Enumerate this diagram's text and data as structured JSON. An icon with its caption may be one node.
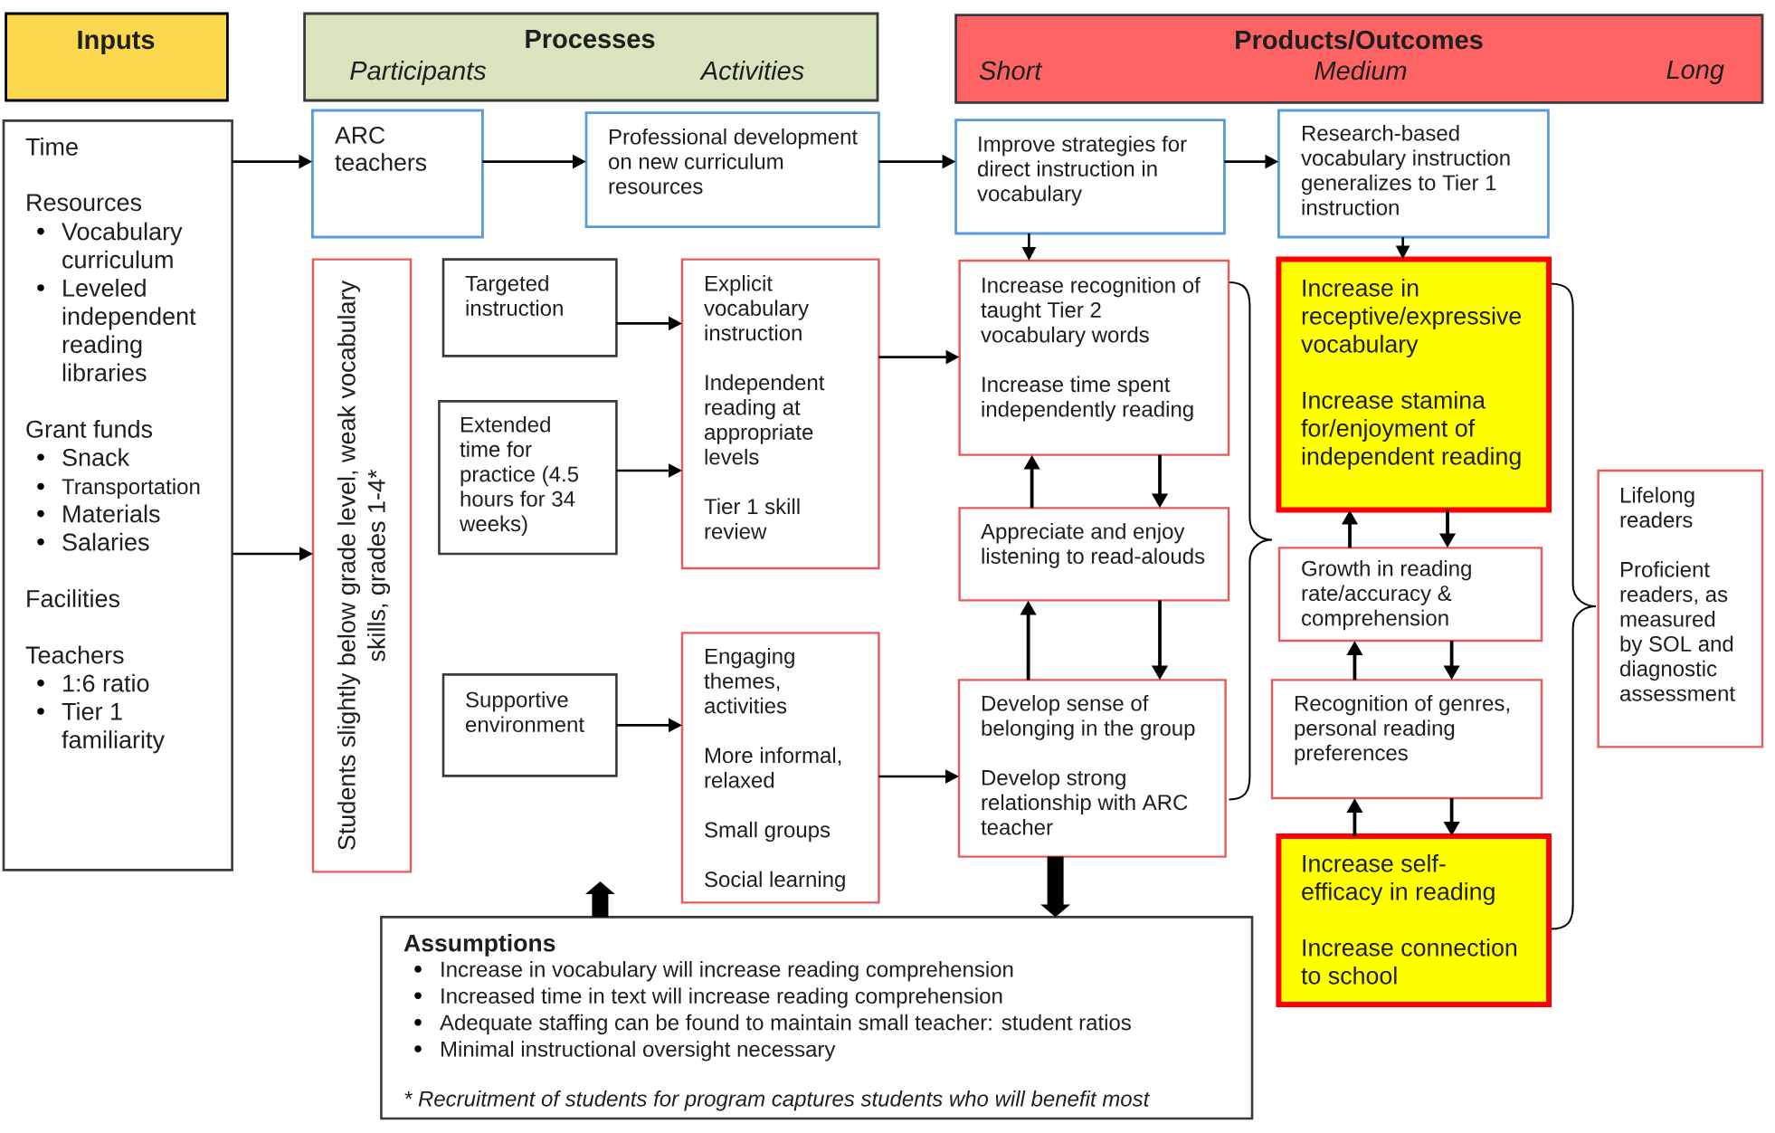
{
  "diagram": {
    "nodes": [
      {
        "text": [
          "Inputs"
        ]
      },
      {
        "text": [
          "Processes",
          "Participants",
          "Activities"
        ]
      },
      {
        "text": [
          "Products/Outcomes",
          "Short",
          "Medium",
          "Long"
        ]
      },
      {
        "text": [
          "Time",
          "Resources",
          "Vocabulary curriculum",
          "Leveled independent reading libraries",
          "Grant funds",
          "Snack",
          "Transportation",
          "Materials",
          "Salaries",
          "Facilities",
          "Teachers",
          "1:6 ratio",
          "Tier 1 familiarity"
        ]
      },
      {
        "text": [
          "ARC teachers"
        ]
      },
      {
        "text": [
          "Professional development on new curriculum resources"
        ]
      },
      {
        "text": [
          "Improve strategies for direct instruction in vocabulary"
        ]
      },
      {
        "text": [
          "Research-based vocabulary instruction generalizes to Tier 1 instruction"
        ]
      },
      {
        "text": [
          "Students slightly below grade level, weak vocabulary skills, grades 1-4*"
        ]
      },
      {
        "text": [
          "Targeted instruction"
        ]
      },
      {
        "text": [
          "Explicit vocabulary instruction",
          "Independent reading at appropriate levels",
          "Tier 1 skill review"
        ]
      },
      {
        "text": [
          "Increase recognition of taught Tier 2 vocabulary words",
          "Increase time spent independently reading"
        ]
      },
      {
        "text": [
          "Increase in receptive/expressive vocabulary",
          "Increase stamina for/enjoyment of independent reading"
        ]
      },
      {
        "text": [
          "Extended time for practice (4.5 hours for 34 weeks)"
        ]
      },
      {
        "text": [
          "Appreciate and enjoy listening to read-alouds"
        ]
      },
      {
        "text": [
          "Growth in reading rate/accuracy & comprehension"
        ]
      },
      {
        "text": [
          "Lifelong readers",
          "Proficient readers, as measured by SOL and diagnostic assessment"
        ]
      },
      {
        "text": [
          "Supportive environment"
        ]
      },
      {
        "text": [
          "Engaging themes, activities",
          "More informal, relaxed",
          "Small groups",
          "Social learning"
        ]
      },
      {
        "text": [
          "Develop sense of belonging in the group",
          "Develop strong relationship with ARC teacher"
        ]
      },
      {
        "text": [
          "Recognition of genres, personal reading preferences"
        ]
      },
      {
        "text": [
          "Increase self-efficacy in reading",
          "Increase connection to school"
        ]
      },
      {
        "text": [
          "Assumptions",
          "Increase in vocabulary will increase reading comprehension",
          "Increased time in text will increase reading comprehension",
          "Adequate staffing can be found to maintain small teacher: student ratios",
          "Minimal instructional oversight necessary",
          "* Recruitment of students for program captures students who will benefit most"
        ]
      }
    ],
    "edges": [
      {
        "from": 3,
        "to": 4,
        "arrow": "to"
      },
      {
        "from": 3,
        "to": 8,
        "arrow": "to"
      },
      {
        "from": 4,
        "to": 5,
        "arrow": "to"
      },
      {
        "from": 5,
        "to": 6,
        "arrow": "to"
      },
      {
        "from": 6,
        "to": 7,
        "arrow": "to"
      },
      {
        "from": 6,
        "to": 11,
        "arrow": "to"
      },
      {
        "from": 7,
        "to": 12,
        "arrow": "to"
      },
      {
        "from": 9,
        "to": 10,
        "arrow": "to"
      },
      {
        "from": 13,
        "to": 10,
        "arrow": "to"
      },
      {
        "from": 17,
        "to": 18,
        "arrow": "to"
      },
      {
        "from": 10,
        "to": 11,
        "arrow": "to"
      },
      {
        "from": 18,
        "to": 19,
        "arrow": "to"
      },
      {
        "from": 14,
        "to": 11,
        "arrow": "to"
      },
      {
        "from": 11,
        "to": 14,
        "arrow": "to"
      },
      {
        "from": 19,
        "to": 14,
        "arrow": "to"
      },
      {
        "from": 14,
        "to": 19,
        "arrow": "to"
      },
      {
        "from": 15,
        "to": 12,
        "arrow": "to"
      },
      {
        "from": 12,
        "to": 15,
        "arrow": "to"
      },
      {
        "from": 20,
        "to": 15,
        "arrow": "to"
      },
      {
        "from": 15,
        "to": 20,
        "arrow": "to"
      },
      {
        "from": 21,
        "to": 20,
        "arrow": "to"
      },
      {
        "from": 20,
        "to": 21,
        "arrow": "to"
      },
      {
        "from": 22,
        "to": null,
        "arrow": "to",
        "style": "thick"
      },
      {
        "from": 19,
        "to": 22,
        "arrow": "to",
        "style": "thick"
      }
    ]
  }
}
